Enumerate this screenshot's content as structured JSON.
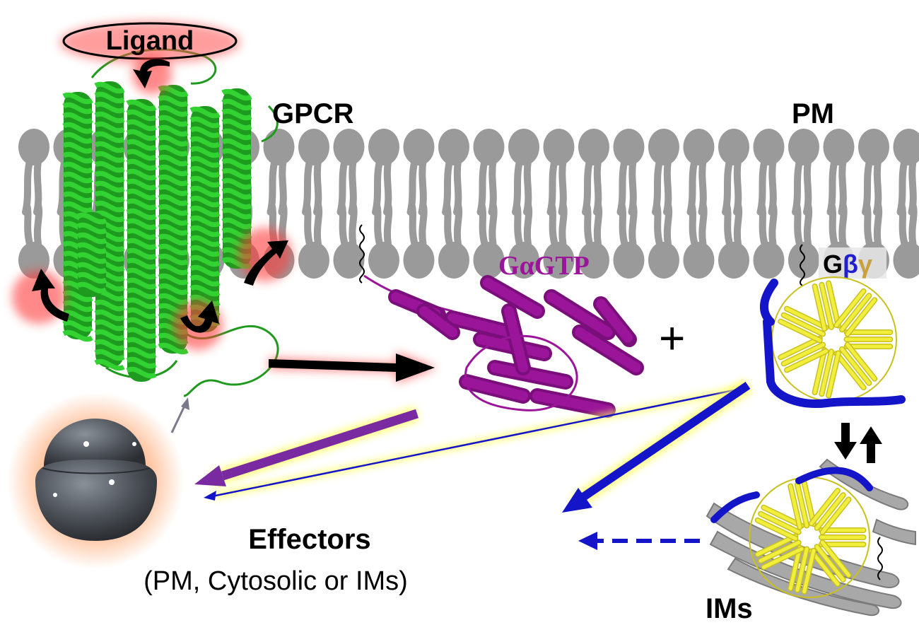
{
  "labels": {
    "ligand": "Ligand",
    "gpcr": "GPCR",
    "pm": "PM",
    "galpha_gtp": {
      "g": "G",
      "alpha": "α",
      "gtp": "GTP"
    },
    "gbetagamma": {
      "g": "G",
      "beta": "β",
      "gamma": "γ"
    },
    "plus": "+",
    "effectors": "Effectors",
    "effectors_location": "(PM, Cytosolic or IMs)",
    "ims": "IMs"
  },
  "colors": {
    "gpcr_protein": "#22bb22",
    "galpha_protein": "#9a159a",
    "gbeta_protein": "#f2ee3c",
    "ggamma_protein": "#1414c8",
    "membrane": "#9a9a9a",
    "beta_text": "#2020d0",
    "gamma_text": "#c8a040",
    "galpha_text": "#9a159a",
    "red_glow": "#ff5050",
    "yellow_glow": "#ffff66",
    "effector_glow": "#ffb080"
  },
  "icons": [
    "black-arrow-icon",
    "purple-arrow-icon",
    "blue-arrow-icon",
    "blue-dashed-arrow-icon",
    "gray-arrow-icon",
    "up-down-arrow-icon"
  ]
}
